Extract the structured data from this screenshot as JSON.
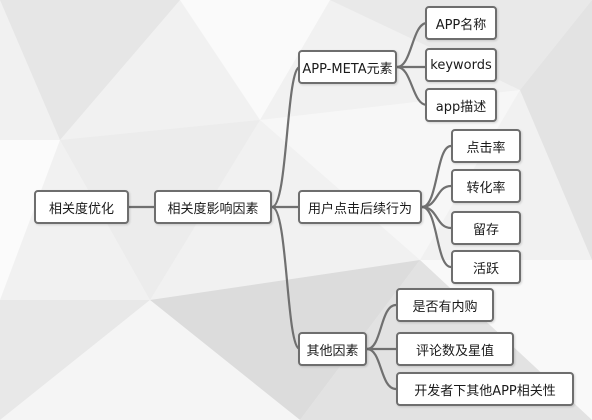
{
  "root": "相关度优化",
  "level1": "相关度影响因素",
  "branches": [
    {
      "label": "APP-META元素",
      "children": [
        "APP名称",
        "keywords",
        "app描述"
      ]
    },
    {
      "label": "用户点击后续行为",
      "children": [
        "点击率",
        "转化率",
        "留存",
        "活跃"
      ]
    },
    {
      "label": "其他因素",
      "children": [
        "是否有内购",
        "评论数及星值",
        "开发者下其他APP相关性"
      ]
    }
  ],
  "colors": {
    "line": "#707070",
    "border": "#6e6e6e",
    "box": "#ffffff"
  }
}
